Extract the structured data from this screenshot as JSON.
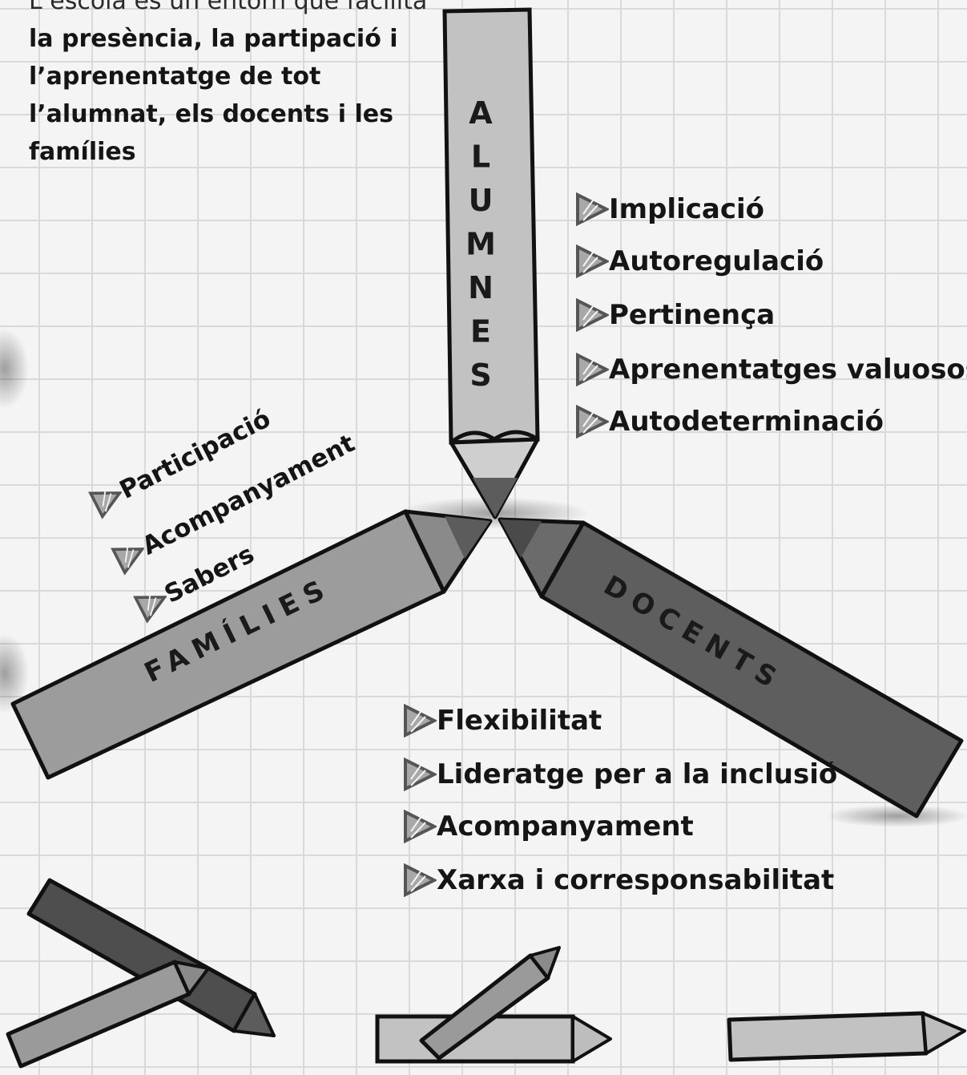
{
  "intro": {
    "lead": "L’escola és un entorn que facilita",
    "rest": "la presència, la partipació i l’aprenentatge de tot l’alumnat, els docents i les famílies"
  },
  "pencils": {
    "alumnes": {
      "label": "ALUMNES"
    },
    "families": {
      "label": "FAMÍLIES"
    },
    "docents": {
      "label": "DOCENTS"
    }
  },
  "lists": {
    "alumnes": [
      "Implicació",
      "Autoregulació",
      "Pertinença",
      "Aprenentatges valuosos",
      "Autodeterminació"
    ],
    "families": [
      "Participació",
      "Acompanyament",
      "Sabers"
    ],
    "docents": [
      "Flexibilitat",
      "Lideratge per a la inclusió",
      "Acompanyament",
      "Xarxa i corresponsabilitat"
    ]
  },
  "bullet_icon": "triangle-bullet-icon",
  "colors": {
    "background": "#f4f4f4",
    "grid": "#d9d9d9",
    "text": "#151515",
    "pencil_light": "#bdbdbd",
    "pencil_mid": "#9a9a9a",
    "pencil_dark": "#5c5c5c",
    "outline": "#111111"
  }
}
